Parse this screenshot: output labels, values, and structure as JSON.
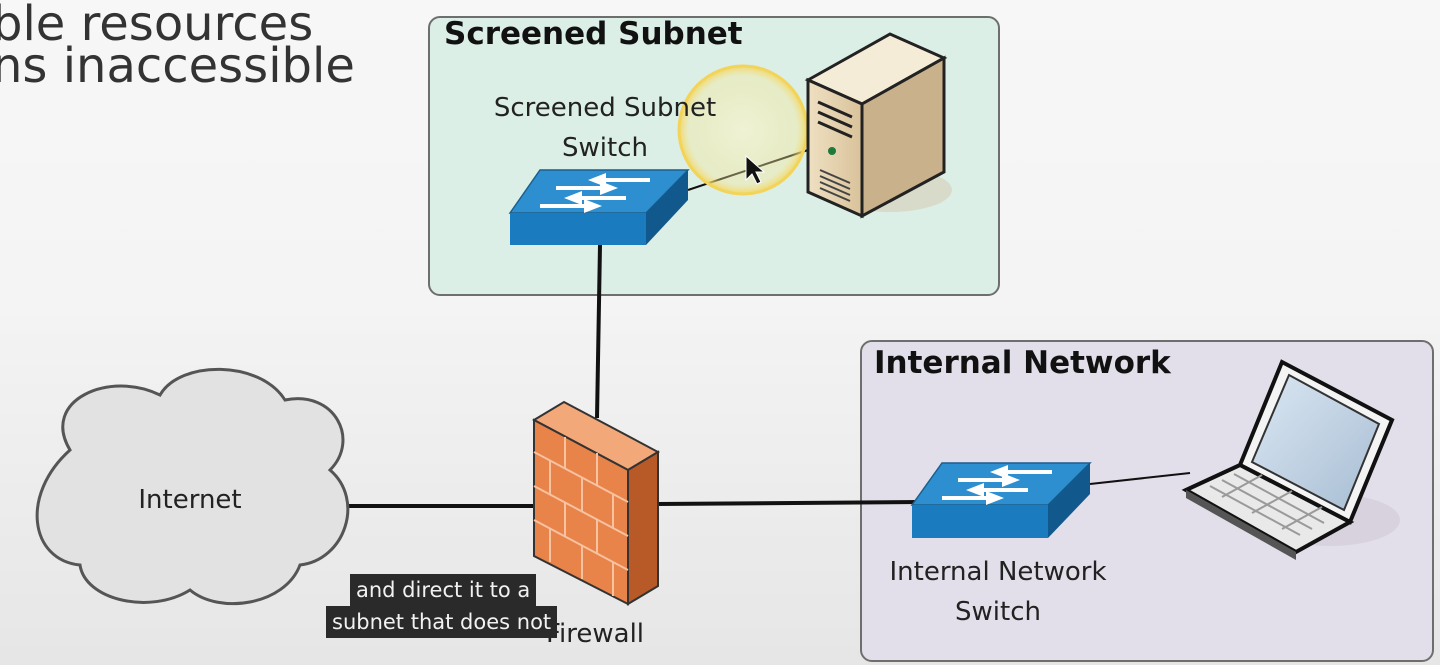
{
  "slide": {
    "line1": "ble resources",
    "line2": "ns inaccessible"
  },
  "zones": {
    "screened_subnet": {
      "title": "Screened Subnet",
      "fill": "#dcefe6"
    },
    "internal_network": {
      "title": "Internal Network",
      "fill": "#e3dfea"
    }
  },
  "nodes": {
    "screened_subnet_switch": "Screened Subnet\nSwitch",
    "internal_network_switch": "Internal Network\nSwitch",
    "internet": "Internet",
    "firewall": "Firewall"
  },
  "icons": [
    "cloud-icon",
    "firewall-icon",
    "switch-icon",
    "server-icon",
    "laptop-icon",
    "mouse-pointer-icon"
  ],
  "colors": {
    "switch": "#1a7bbf",
    "firewall": "#e8834a",
    "cursor_highlight": "#f6d860"
  },
  "captions": {
    "line1": "and direct it to a",
    "line2": "subnet that does not"
  }
}
